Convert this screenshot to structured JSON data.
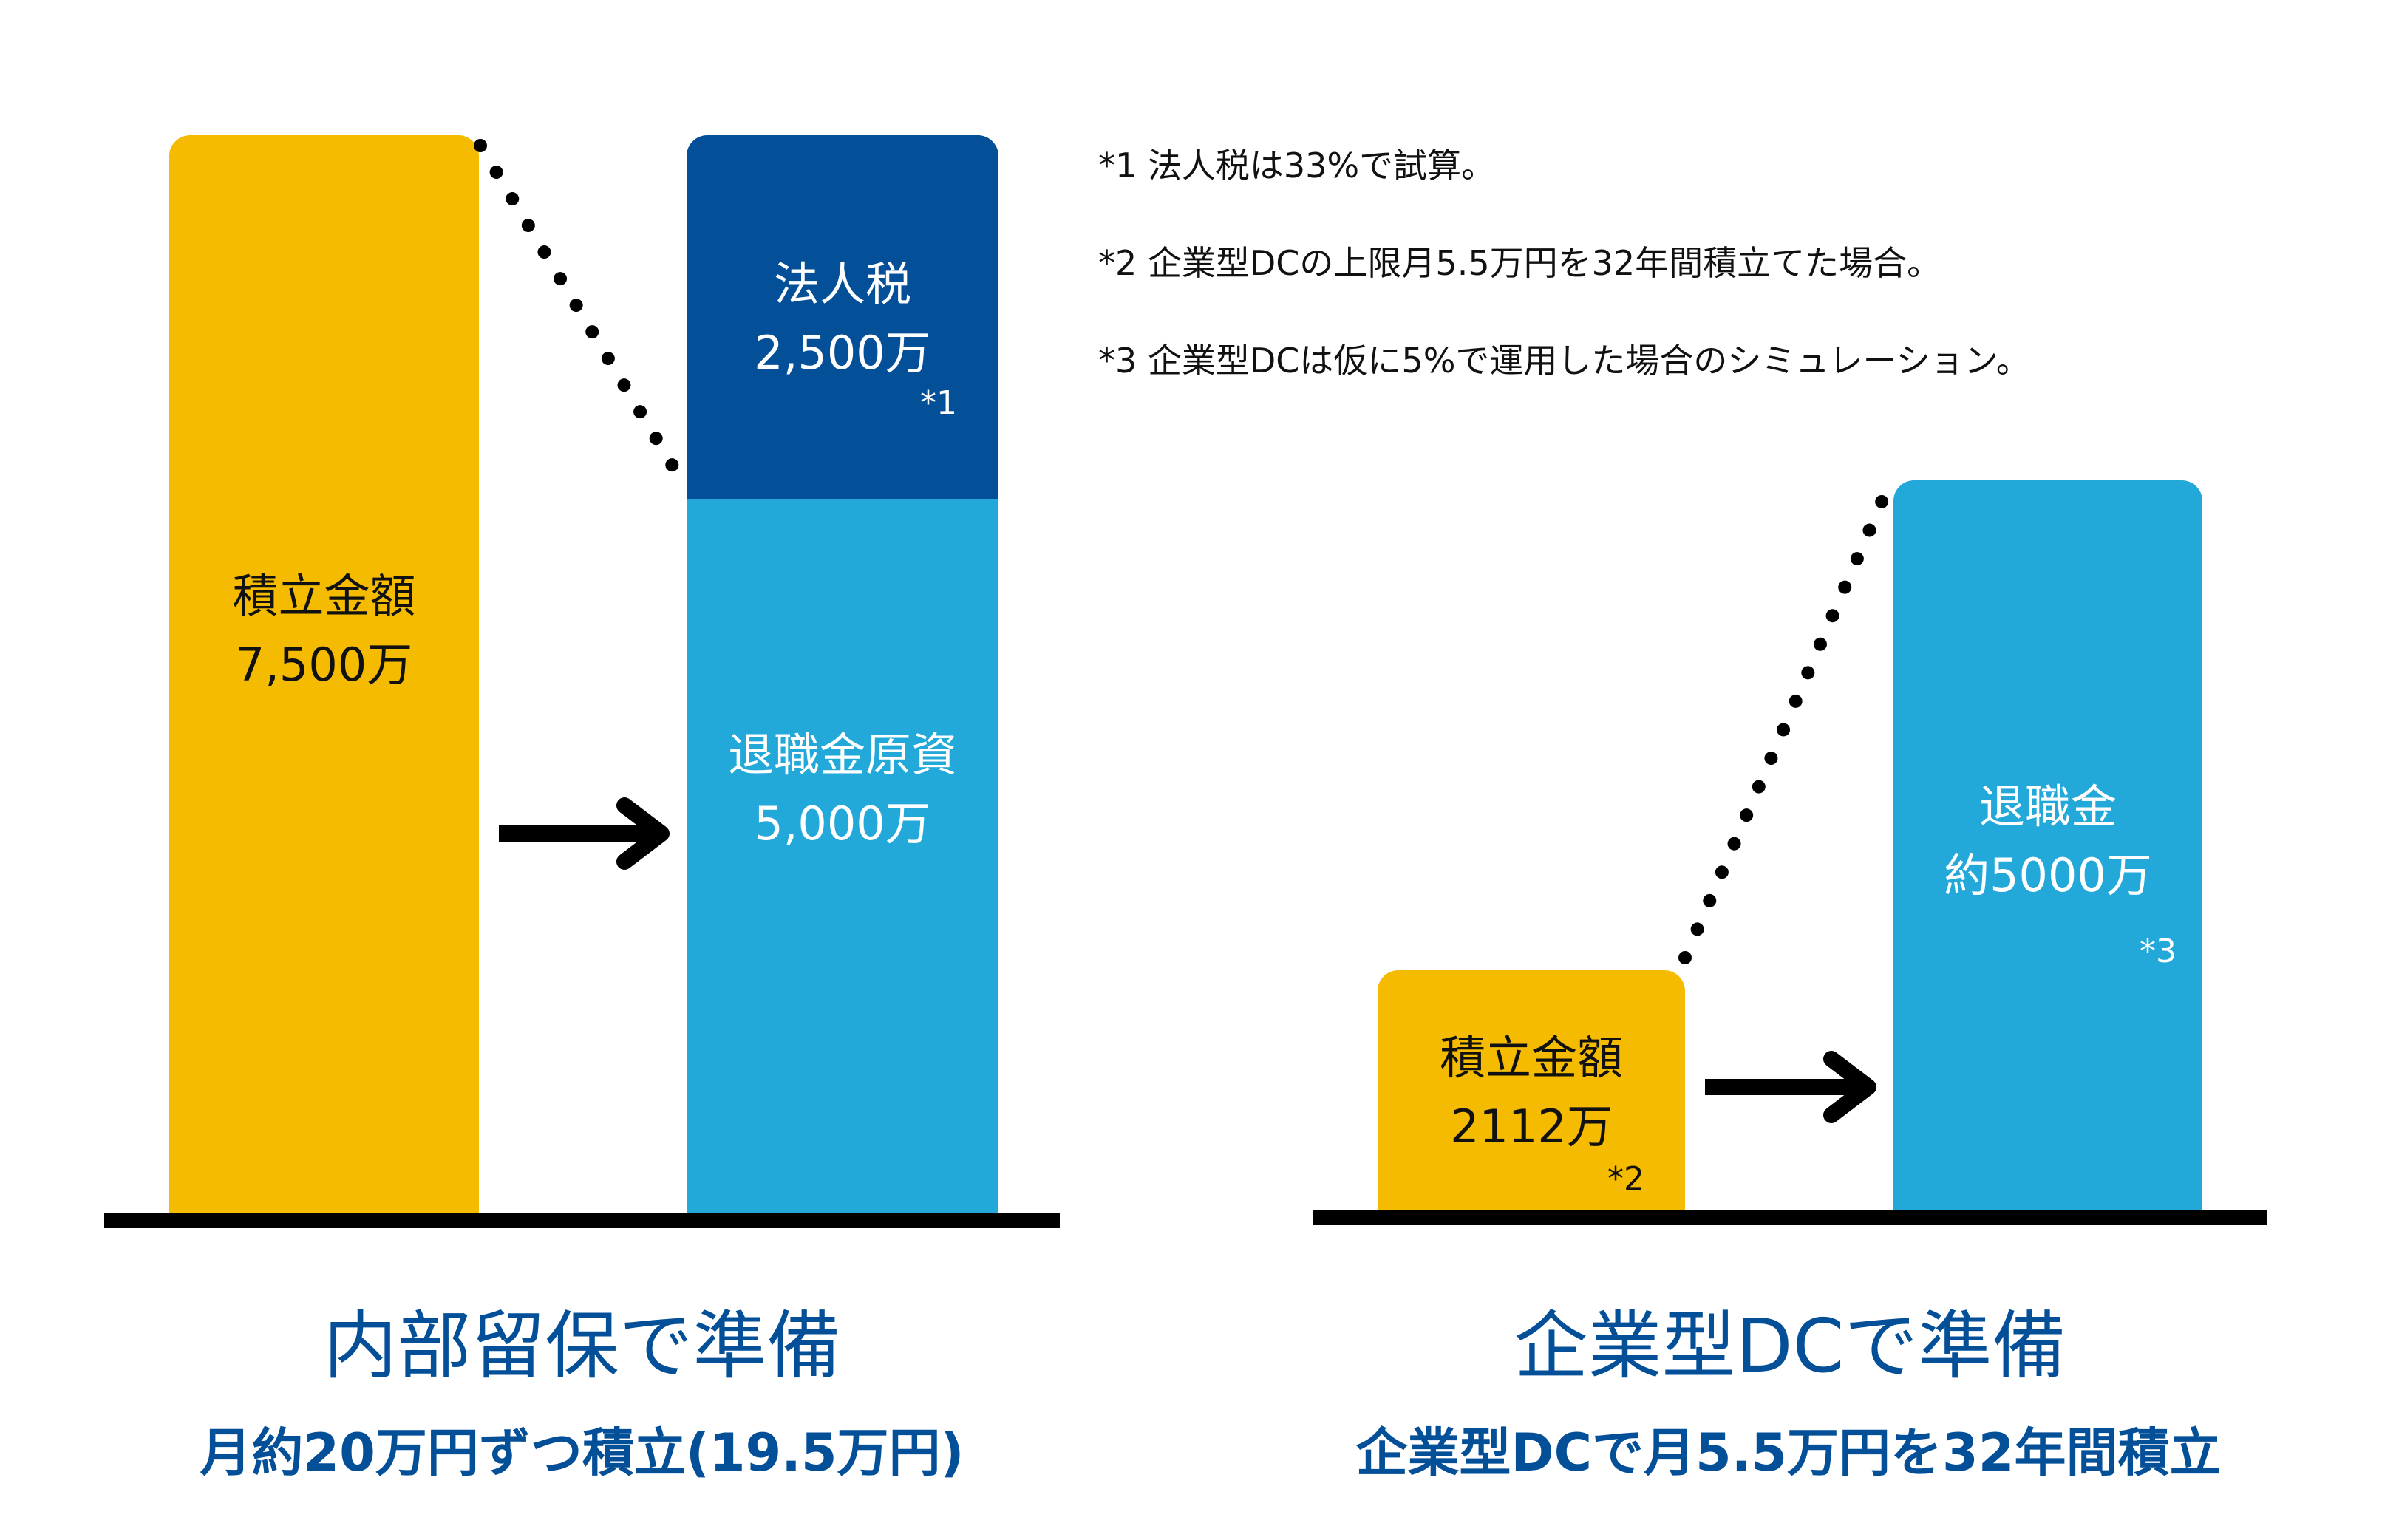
{
  "chart_data": [
    {
      "type": "bar",
      "title": "内部留保で準備",
      "subtitle": "月約20万円ずつ積立(19.5万円)",
      "unit": "万円",
      "categories": [
        "積立金額",
        "法人税 / 退職金原資"
      ],
      "series": [
        {
          "name": "積立金額",
          "values": [
            7500,
            0
          ],
          "color": "#F5BB00"
        },
        {
          "name": "退職金原資",
          "values": [
            0,
            5000
          ],
          "color": "#22A8D9"
        },
        {
          "name": "法人税",
          "values": [
            0,
            2500
          ],
          "color": "#034F98",
          "note": "*1"
        }
      ],
      "stacked": true,
      "grid": false
    },
    {
      "type": "bar",
      "title": "企業型DCで準備",
      "subtitle": "企業型DCで月5.5万円を32年間積立",
      "unit": "万円",
      "categories": [
        "積立金額",
        "退職金"
      ],
      "series": [
        {
          "name": "積立金額",
          "values": [
            2112,
            0
          ],
          "color": "#F5BB00",
          "note": "*2"
        },
        {
          "name": "退職金",
          "values": [
            0,
            5000
          ],
          "color": "#22A8D9",
          "note": "*3",
          "approx": true
        }
      ],
      "grid": false
    }
  ],
  "left": {
    "bar1": {
      "label": "積立金額",
      "value": "7,500万"
    },
    "bar2_top": {
      "label": "法人税",
      "value": "2,500万",
      "note": "*1"
    },
    "bar2_bottom": {
      "label": "退職金原資",
      "value": "5,000万"
    },
    "title": "内部留保で準備",
    "subtitle": "月約20万円ずつ積立(19.5万円)"
  },
  "right": {
    "bar1": {
      "label": "積立金額",
      "value": "2112万",
      "note": "*2"
    },
    "bar2": {
      "label": "退職金",
      "value": "約5000万",
      "note": "*3"
    },
    "title": "企業型DCで準備",
    "subtitle": "企業型DCで月5.5万円を32年間積立"
  },
  "footnotes": [
    "*1 法人税は33%で試算。",
    "*2 企業型DCの上限月5.5万円を32年間積立てた場合。",
    "*3 企業型DCは仮に5%で運用した場合のシミュレーション。"
  ],
  "colors": {
    "yellow": "#F5BB00",
    "dark_blue": "#034F98",
    "light_blue": "#22A8D9",
    "title_blue": "#034F98"
  }
}
